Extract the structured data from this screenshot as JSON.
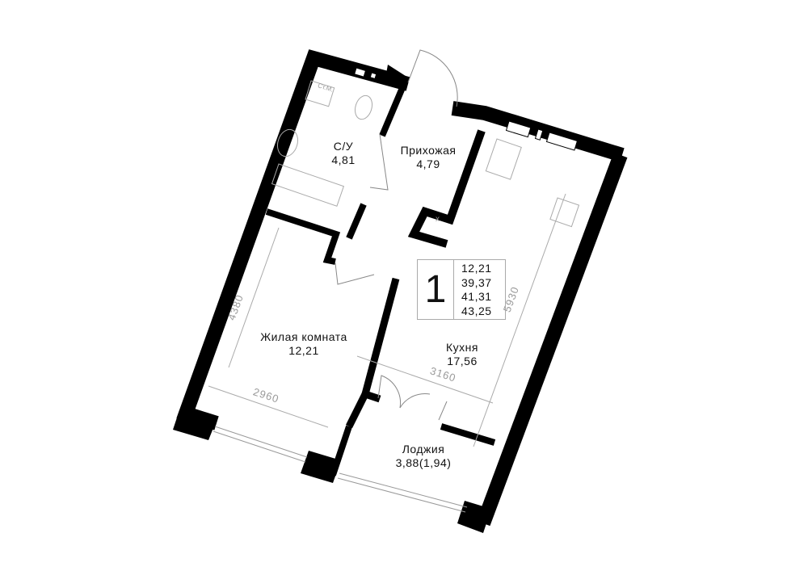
{
  "plan": {
    "rooms": [
      {
        "name": "С/У",
        "area": "4,81"
      },
      {
        "name": "Прихожая",
        "area": "4,79"
      },
      {
        "name": "Жилая комната",
        "area": "12,21"
      },
      {
        "name": "Кухня",
        "area": "17,56"
      },
      {
        "name": "Лоджия",
        "area": "3,88(1,94)"
      }
    ],
    "fixture_label": "Ст.М.",
    "vent_mark": "x",
    "dimensions": {
      "living_length": "4380",
      "living_width": "2960",
      "kitchen_length": "5930",
      "kitchen_width": "3160"
    },
    "summary": {
      "room_count": "1",
      "areas": [
        "12,21",
        "39,37",
        "41,31",
        "43,25"
      ]
    }
  }
}
